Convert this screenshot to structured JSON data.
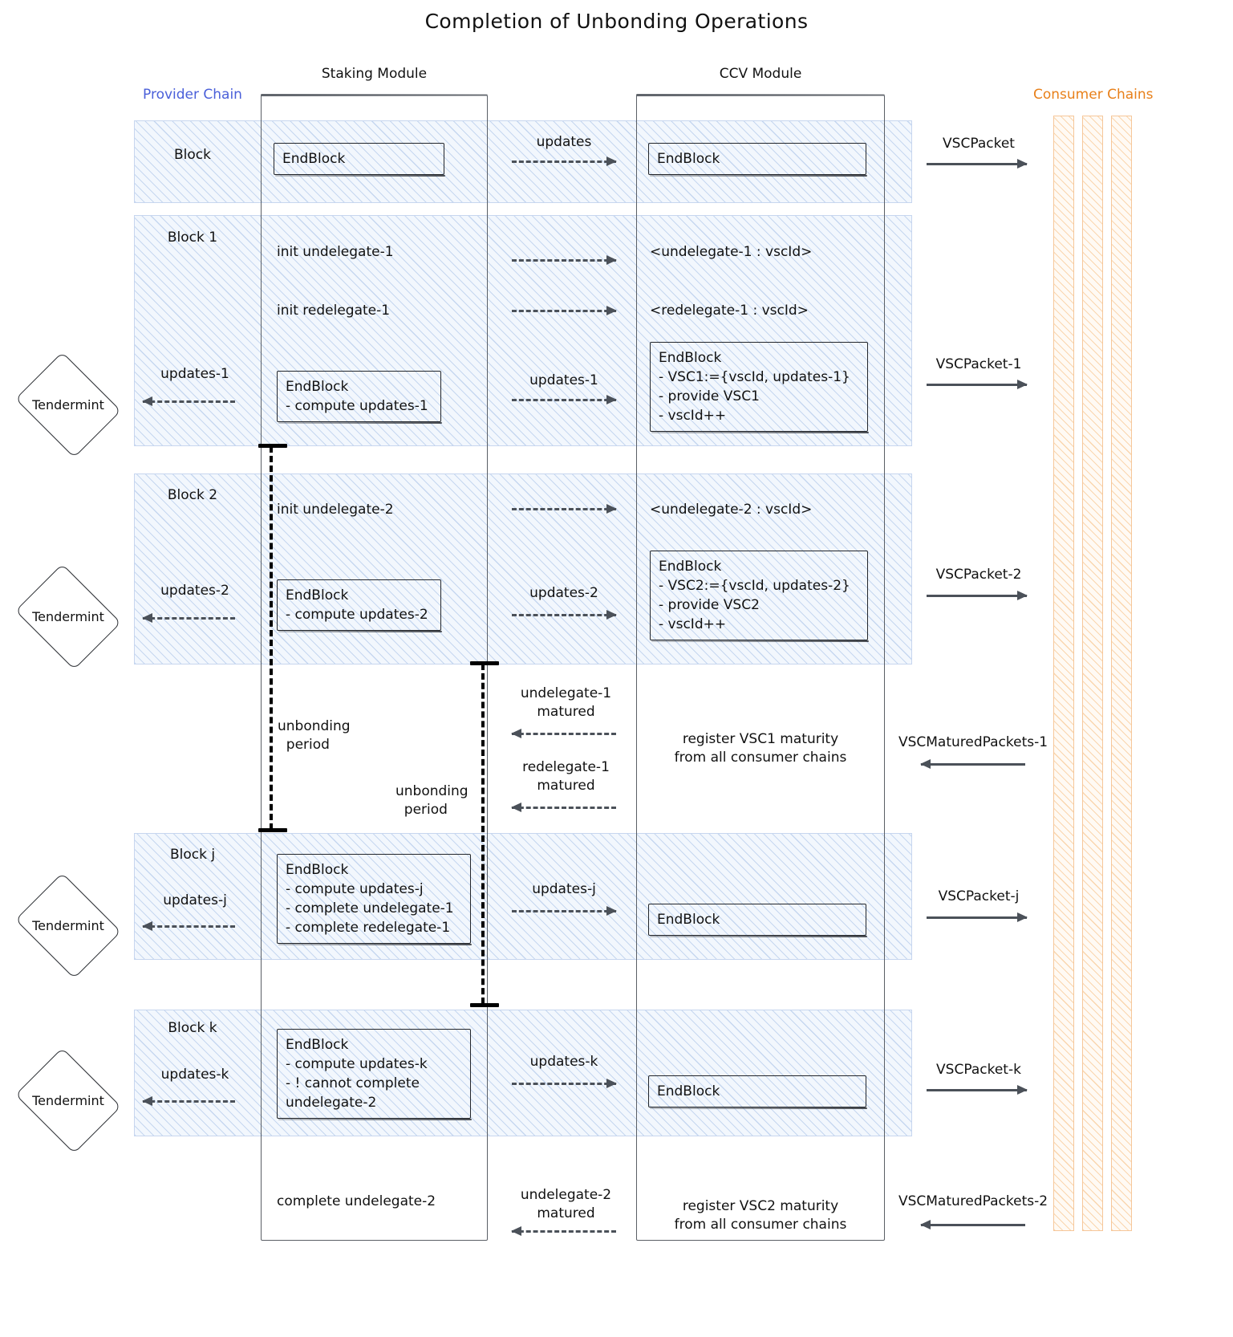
{
  "title": "Completion of Unbonding Operations",
  "chains": {
    "provider_label": "Provider Chain",
    "provider_color": "#4a5fd9",
    "consumer_label": "Consumer Chains",
    "consumer_color": "#e8801a"
  },
  "modules": [
    {
      "label": "Staking Module"
    },
    {
      "label": "CCV Module"
    }
  ],
  "tendermint": [
    {
      "label": "Tendermint"
    },
    {
      "label": "Tendermint"
    },
    {
      "label": "Tendermint"
    },
    {
      "label": "Tendermint"
    }
  ],
  "blocks": [
    {
      "name": "Block",
      "updates_label": ""
    },
    {
      "name": "Block 1",
      "updates_label": "updates-1"
    },
    {
      "name": "Block 2",
      "updates_label": "updates-2"
    },
    {
      "name": "Block j",
      "updates_label": "updates-j"
    },
    {
      "name": "Block k",
      "updates_label": "updates-k"
    }
  ],
  "staking": {
    "b0_endblock": "EndBlock",
    "b1_init_undelegate": "init undelegate-1",
    "b1_init_redelegate": "init redelegate-1",
    "b1_endblock": "EndBlock\n- compute updates-1",
    "b2_init_undelegate": "init undelegate-2",
    "b2_endblock": "EndBlock\n- compute updates-2",
    "bj_endblock": "EndBlock\n- compute updates-j\n- complete undelegate-1\n- complete redelegate-1",
    "bk_endblock": "EndBlock\n- compute updates-k\n- ! cannot complete\nundelegate-2",
    "final_complete": "complete undelegate-2"
  },
  "ccv": {
    "b0_endblock": "EndBlock",
    "b1_undelegate_msg": "<undelegate-1 : vscId>",
    "b1_redelegate_msg": "<redelegate-1 : vscId>",
    "b1_endblock": "EndBlock\n- VSC1:={vscId, updates-1}\n- provide VSC1\n- vscId++",
    "b2_undelegate_msg": "<undelegate-2 : vscId>",
    "b2_endblock": "EndBlock\n- VSC2:={vscId, updates-2}\n- provide VSC2\n- vscId++",
    "bj_endblock": "EndBlock",
    "bk_endblock": "EndBlock",
    "register_vsc1": "register VSC1 maturity\nfrom all consumer chains",
    "register_vsc2": "register VSC2 maturity\nfrom all consumer chains"
  },
  "messages": {
    "staking_to_ccv": [
      "updates",
      "updates-1",
      "updates-1",
      "updates-2",
      "updates-2",
      "updates-j",
      "updates-k"
    ],
    "ccv_to_staking": [
      "undelegate-1\nmatured",
      "redelegate-1\nmatured",
      "undelegate-2\nmatured"
    ],
    "to_consumer": [
      "VSCPacket",
      "VSCPacket-1",
      "VSCPacket-2",
      "VSCPacket-j",
      "VSCPacket-k"
    ],
    "from_consumer": [
      "VSCMaturedPackets-1",
      "VSCMaturedPackets-2"
    ]
  },
  "unbonding": {
    "period_label_1": "unbonding\n  period",
    "period_label_2": "unbonding\n  period"
  }
}
